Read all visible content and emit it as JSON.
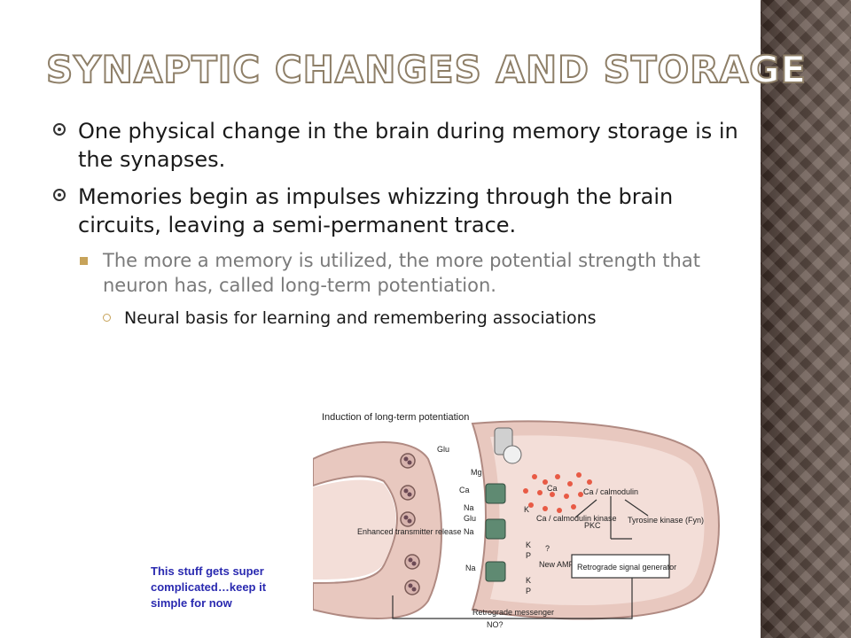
{
  "slide": {
    "title": "Synaptic Changes and Storage",
    "bullets": [
      {
        "text": "One physical change in the brain during memory storage is in the synapses."
      },
      {
        "text": "Memories begin as impulses whizzing through the brain circuits, leaving a semi-permanent trace."
      }
    ],
    "sub_bullet": {
      "text": "The more a memory is utilized, the more potential strength that neuron has, called long-term potentiation."
    },
    "sub_sub_bullet": {
      "text": "Neural basis for learning and remembering associations"
    },
    "caption_lines": [
      "This stuff gets super",
      "complicated…keep it",
      "simple for now"
    ]
  },
  "figure": {
    "title": "Induction of long-term potentiation",
    "labels": {
      "glu": "Glu",
      "mg": "Mg",
      "ca": "Ca",
      "na": "Na",
      "glu2": "Glu",
      "na2": "Na",
      "na3": "Na",
      "k1": "K",
      "k2": "K",
      "p1": "P",
      "k3": "K",
      "p2": "P",
      "q": "?",
      "ca_post": "Ca",
      "ca_calmodulin": "Ca / calmodulin",
      "ca_calm_kinase": "Ca / calmodulin kinase",
      "pkc": "PKC",
      "tyrosine": "Tyrosine kinase (Fyn)",
      "retro_gen": "Retrograde signal generator",
      "new_ampa": "New AMPA receptor",
      "enhanced": "Enhanced transmitter release",
      "retro_msg": "Retrograde messenger",
      "no": "NO?"
    }
  },
  "colors": {
    "title_stroke": "#8e7f68",
    "body_text": "#1a1a1a",
    "sub_text": "#7a7a7a",
    "bullet_accent": "#c7a35a",
    "caption": "#2a2ab0",
    "membrane": "#e8c8bf",
    "membrane_edge": "#b08a82",
    "calcium": "#e85a45",
    "receptor": "#5f8a72"
  }
}
